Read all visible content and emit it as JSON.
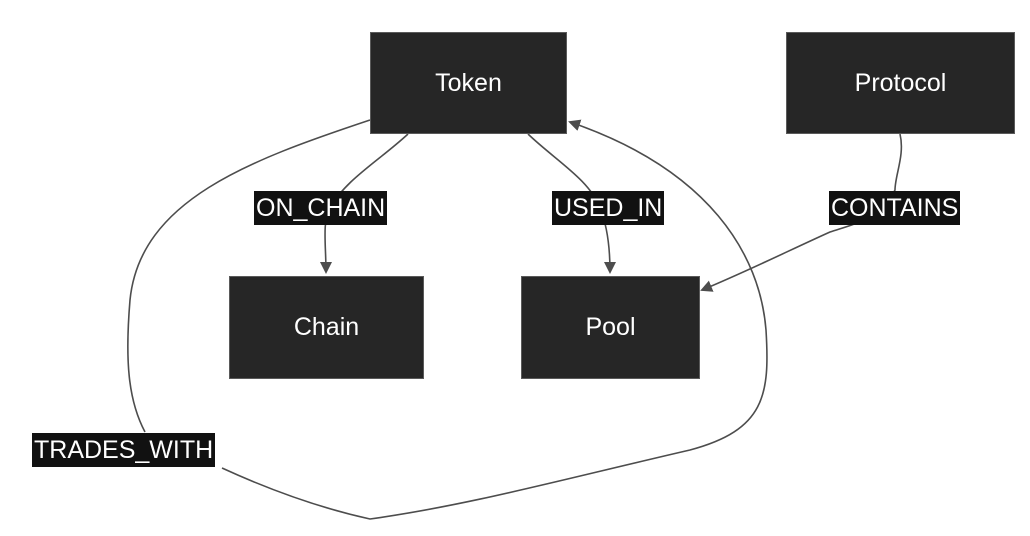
{
  "nodes": {
    "token": "Token",
    "protocol": "Protocol",
    "chain": "Chain",
    "pool": "Pool"
  },
  "edges": {
    "on_chain": "ON_CHAIN",
    "used_in": "USED_IN",
    "contains": "CONTAINS",
    "trades_with": "TRADES_WITH"
  },
  "colors": {
    "node_fill": "#262626",
    "node_border": "#5a5a5a",
    "edge": "#4d4d4d",
    "label_bg": "#111111",
    "text": "#ffffff"
  }
}
